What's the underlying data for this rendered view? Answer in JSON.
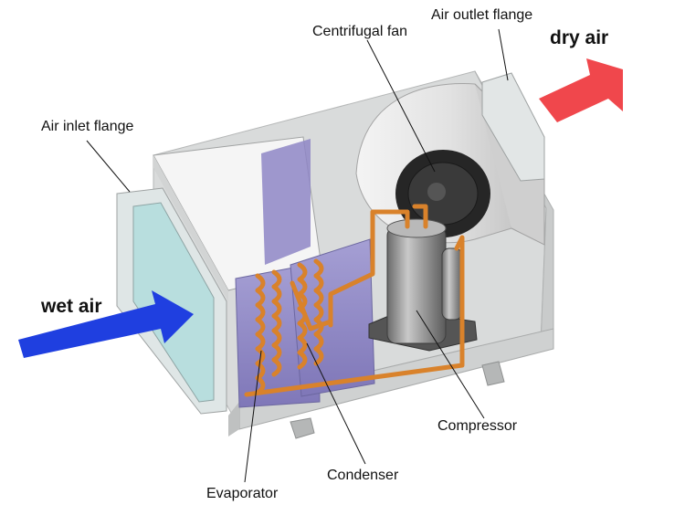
{
  "labels": {
    "air_outlet_flange": "Air outlet flange",
    "centrifugal_fan": "Centrifugal fan",
    "dry_air": "dry air",
    "air_inlet_flange": "Air inlet flange",
    "wet_air": "wet air",
    "compressor": "Compressor",
    "condenser": "Condenser",
    "evaporator": "Evaporator"
  },
  "colors": {
    "wet_air_arrow": "#1f3fe0",
    "dry_air_arrow": "#f0474c",
    "copper": "#d9822b",
    "housing": "#e4e6e6",
    "coil_panel": "#8e86c6"
  },
  "icons": [
    "wet-air-arrow-icon",
    "dry-air-arrow-icon"
  ]
}
